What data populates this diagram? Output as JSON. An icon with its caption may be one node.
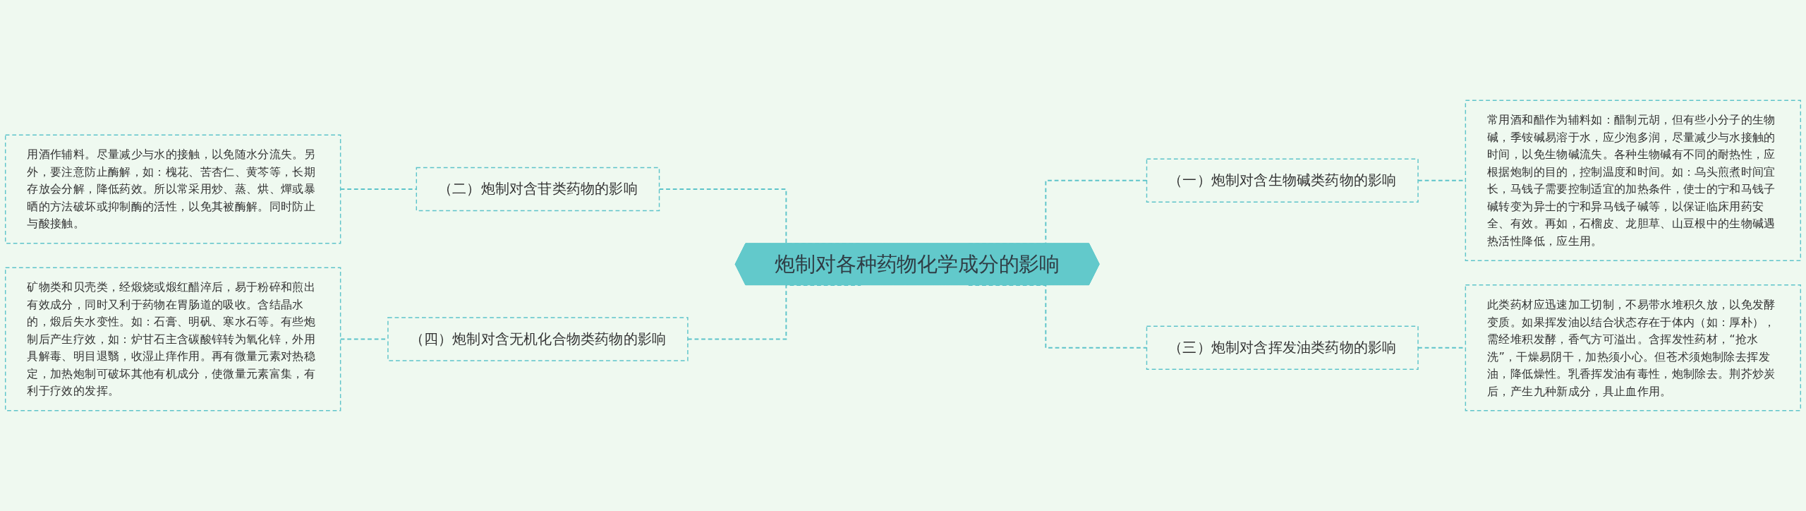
{
  "diagram": {
    "nodes": [
      {
        "text": [
          "炮制对各种药物化学成分的影响"
        ]
      },
      {
        "text": [
          "（一）炮制对含生物碱类药物的影响"
        ]
      },
      {
        "text": [
          "常用酒和醋作为辅料如：醋制元胡，但有些小分子的生物碱，季铵碱易溶于水，应少泡多润，尽量减少与水接触的时间，以免生物碱流失。各种生物碱有不同的耐热性，应根据炮制的目的，控制温度和时间。如：乌头煎煮时间宜长，马钱子需要控制适宜的加热条件，使士的宁和马钱子碱转变为异士的宁和异马钱子碱等，以保证临床用药安全、有效。再如，石榴皮、龙胆草、山豆根中的生物碱遇热活性降低，应生用。"
        ]
      },
      {
        "text": [
          "（二）炮制对含苷类药物的影响"
        ]
      },
      {
        "text": [
          "用酒作辅料。尽量减少与水的接触，以免随水分流失。另外，要注意防止酶解，如：槐花、苦杏仁、黄芩等，长期存放会分解，降低药效。所以常采用炒、蒸、烘、燀或暴晒的方法破坏或抑制酶的活性，以免其被酶解。同时防止与酸接触。"
        ]
      },
      {
        "text": [
          "（三）炮制对含挥发油类药物的影响"
        ]
      },
      {
        "text": [
          "此类药材应迅速加工切制，不易带水堆积久放，以免发酵变质。如果挥发油以结合状态存在于体内（如：厚朴），需经堆积发酵，香气方可溢出。含挥发性药材，“抢水洗”，干燥易阴干，加热须小心。但苍术须炮制除去挥发油，降低燥性。乳香挥发油有毒性，炮制除去。荆芥炒炭后，产生九种新成分，具止血作用。"
        ]
      },
      {
        "text": [
          "（四）炮制对含无机化合物类药物的影响"
        ]
      },
      {
        "text": [
          "矿物类和贝壳类，经煅烧或煅红醋淬后，易于粉碎和煎出有效成分，同时又利于药物在胃肠道的吸收。含结晶水的，煅后失水变性。如：石膏、明矾、寒水石等。有些炮制后产生疗效，如：炉甘石主含碳酸锌转为氧化锌，外用具解毒、明目退翳，收湿止痒作用。再有微量元素对热稳定，加热炮制可破坏其他有机成分，使微量元素富集，有利于疗效的发挥。"
        ]
      }
    ],
    "edges": [
      {
        "from": 0,
        "to": 1,
        "arrow": "none",
        "style": "dashed"
      },
      {
        "from": 1,
        "to": 2,
        "arrow": "none",
        "style": "dashed"
      },
      {
        "from": 0,
        "to": 3,
        "arrow": "none",
        "style": "dashed"
      },
      {
        "from": 3,
        "to": 4,
        "arrow": "none",
        "style": "dashed"
      },
      {
        "from": 0,
        "to": 5,
        "arrow": "none",
        "style": "dashed"
      },
      {
        "from": 5,
        "to": 6,
        "arrow": "none",
        "style": "dashed"
      },
      {
        "from": 0,
        "to": 7,
        "arrow": "none",
        "style": "dashed"
      },
      {
        "from": 7,
        "to": 8,
        "arrow": "none",
        "style": "dashed"
      }
    ]
  }
}
